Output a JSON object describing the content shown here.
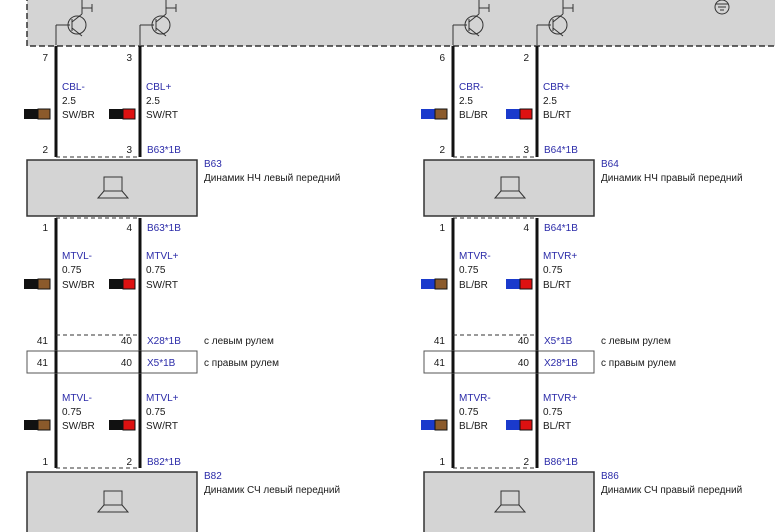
{
  "top_block": {
    "color": "#d4d4d4"
  },
  "colors": {
    "sw": "#111111",
    "br": "#8b5a2b",
    "rt": "#dd1111",
    "bl": "#1a3acc",
    "ge": "#ffdd00",
    "text_blue": "#2a2aa8"
  },
  "left": {
    "top_pins": {
      "minus": "7",
      "plus": "3"
    },
    "wires_top": {
      "minus": {
        "name": "CBL-",
        "gauge": "2.5",
        "color": "SW/BR"
      },
      "plus": {
        "name": "CBL+",
        "gauge": "2.5",
        "color": "SW/RT"
      }
    },
    "speaker1": {
      "pins_in": {
        "minus": "2",
        "plus": "3"
      },
      "conn_in": "B63*1B",
      "id": "B63",
      "desc": "Динамик НЧ левый передний",
      "pins_out": {
        "minus": "1",
        "plus": "4"
      },
      "conn_out": "B63*1B"
    },
    "wires_mid": {
      "minus": {
        "name": "MTVL-",
        "gauge": "0.75",
        "color": "SW/BR"
      },
      "plus": {
        "name": "MTVL+",
        "gauge": "0.75",
        "color": "SW/RT"
      }
    },
    "connector_a": {
      "pin_minus": "41",
      "pin_plus": "40",
      "id": "X28*1B",
      "note": "с левым рулем"
    },
    "connector_b": {
      "pin_minus": "41",
      "pin_plus": "40",
      "id": "X5*1B",
      "note": "с правым рулем"
    },
    "wires_bot": {
      "minus": {
        "name": "MTVL-",
        "gauge": "0.75",
        "color": "SW/BR"
      },
      "plus": {
        "name": "MTVL+",
        "gauge": "0.75",
        "color": "SW/RT"
      }
    },
    "speaker2": {
      "pins_in": {
        "minus": "1",
        "plus": "2"
      },
      "conn_in": "B82*1B",
      "id": "B82",
      "desc": "Динамик СЧ левый передний"
    }
  },
  "right": {
    "top_pins": {
      "minus": "6",
      "plus": "2"
    },
    "wires_top": {
      "minus": {
        "name": "CBR-",
        "gauge": "2.5",
        "color": "BL/BR"
      },
      "plus": {
        "name": "CBR+",
        "gauge": "2.5",
        "color": "BL/RT"
      }
    },
    "speaker1": {
      "pins_in": {
        "minus": "2",
        "plus": "3"
      },
      "conn_in": "B64*1B",
      "id": "B64",
      "desc": "Динамик НЧ правый передний",
      "pins_out": {
        "minus": "1",
        "plus": "4"
      },
      "conn_out": "B64*1B"
    },
    "wires_mid": {
      "minus": {
        "name": "MTVR-",
        "gauge": "0.75",
        "color": "BL/BR"
      },
      "plus": {
        "name": "MTVR+",
        "gauge": "0.75",
        "color": "BL/RT"
      }
    },
    "connector_a": {
      "pin_minus": "41",
      "pin_plus": "40",
      "id": "X5*1B",
      "note": "с левым рулем"
    },
    "connector_b": {
      "pin_minus": "41",
      "pin_plus": "40",
      "id": "X28*1B",
      "note": "с правым рулем"
    },
    "wires_bot": {
      "minus": {
        "name": "MTVR-",
        "gauge": "0.75",
        "color": "BL/BR"
      },
      "plus": {
        "name": "MTVR+",
        "gauge": "0.75",
        "color": "BL/RT"
      }
    },
    "speaker2": {
      "pins_in": {
        "minus": "1",
        "plus": "2"
      },
      "conn_in": "B86*1B",
      "id": "B86",
      "desc": "Динамик СЧ правый передний"
    }
  }
}
